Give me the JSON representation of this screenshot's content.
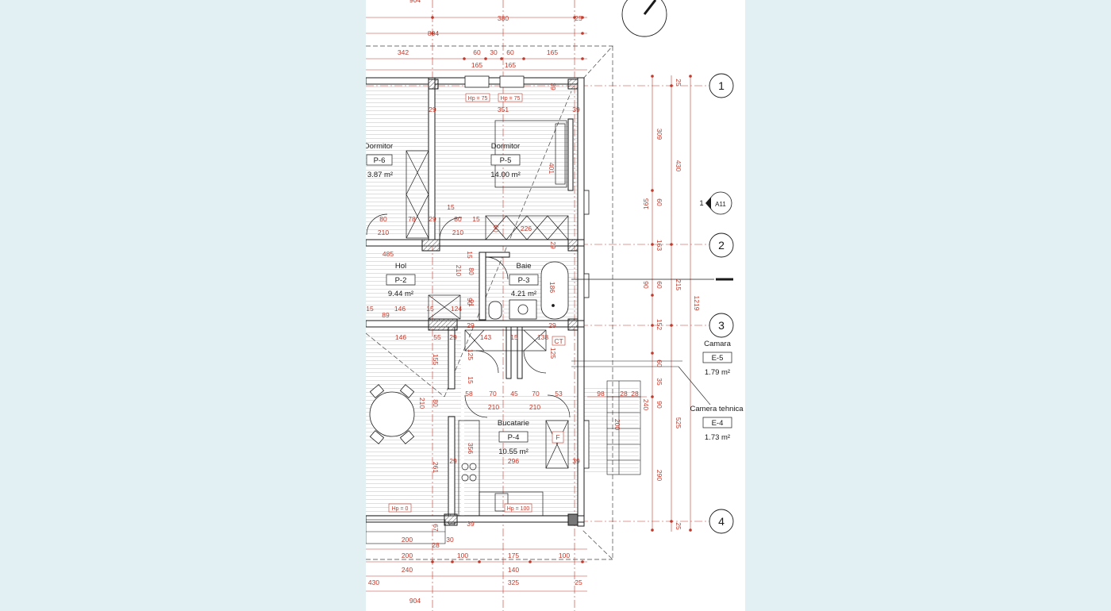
{
  "rooms": [
    {
      "key": "dormitor_left",
      "name": "Dormitor",
      "code": "P-6",
      "area": "3.87 m²"
    },
    {
      "key": "dormitor",
      "name": "Dormitor",
      "code": "P-5",
      "area": "14.00 m²"
    },
    {
      "key": "hol",
      "name": "Hol",
      "code": "P-2",
      "area": "9.44 m²"
    },
    {
      "key": "baie",
      "name": "Baie",
      "code": "P-3",
      "area": "4.21 m²"
    },
    {
      "key": "camara",
      "name": "Camara",
      "code": "E-5",
      "area": "1.79 m²"
    },
    {
      "key": "camera_tehnica",
      "name": "Camera tehnica",
      "code": "E-4",
      "area": "1.73 m²"
    },
    {
      "key": "bucatarie",
      "name": "Bucatarie",
      "code": "P-4",
      "area": "10.55 m²"
    }
  ],
  "axes": [
    "1",
    "2",
    "3",
    "4"
  ],
  "section_marker": {
    "number": "1",
    "sheet": "A11"
  },
  "window_tags": [
    "Hp = 75",
    "Hp = 75",
    "Hp = 0",
    "Hp = 100"
  ],
  "fixture_tags": [
    "CT",
    "F"
  ],
  "dimensions": {
    "top": [
      "904",
      "380",
      "25",
      "804",
      "342",
      "60",
      "30",
      "60",
      "165",
      "165",
      "165",
      "39",
      "351",
      "39"
    ],
    "right": [
      "25",
      "309",
      "430",
      "165",
      "60",
      "163",
      "90",
      "60",
      "215",
      "1219",
      "152",
      "60",
      "35",
      "90",
      "240",
      "525",
      "290",
      "25",
      "200"
    ],
    "interior": [
      "29",
      "401",
      "15",
      "80",
      "78",
      "29",
      "80",
      "15",
      "210",
      "210",
      "226",
      "29",
      "60",
      "485",
      "15",
      "210",
      "80",
      "186",
      "90",
      "15",
      "146",
      "15",
      "124",
      "91",
      "89",
      "146",
      "55",
      "29",
      "29",
      "29",
      "143",
      "15",
      "138",
      "125",
      "155",
      "125",
      "15",
      "58",
      "70",
      "45",
      "70",
      "53",
      "98",
      "28",
      "28",
      "210",
      "210",
      "80",
      "210",
      "356",
      "29",
      "261",
      "296",
      "39",
      "67",
      "39",
      "30"
    ],
    "bottom": [
      "200",
      "28",
      "200",
      "100",
      "175",
      "100",
      "240",
      "140",
      "430",
      "325",
      "25",
      "904"
    ]
  },
  "colors": {
    "background": "#e3f0f3",
    "paper": "#ffffff",
    "dimension": "#c0392b",
    "line": "#1a1a1a",
    "hatch": "#b9b9b9"
  }
}
